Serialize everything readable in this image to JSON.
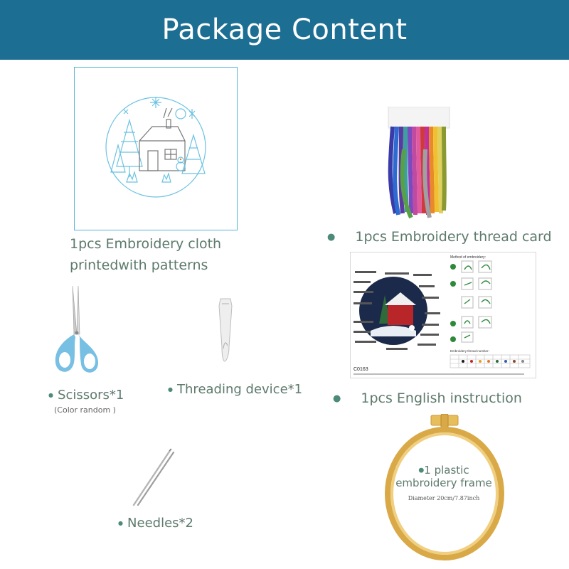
{
  "header": {
    "title": "Package Content"
  },
  "colors": {
    "banner": "#1d6e93",
    "label_text": "#5d7a6c",
    "bullet": "#4d8a7a"
  },
  "items": {
    "cloth": {
      "line1": "1pcs Embroidery cloth",
      "line2": "printedwith patterns"
    },
    "thread_card": {
      "label": "1pcs Embroidery thread card"
    },
    "instruction": {
      "label": "1pcs English instruction",
      "heading": "Method of embroidery:",
      "colors_heading": "Embroidery thread number:",
      "code": "C0163"
    },
    "scissors": {
      "label": "Scissors*1",
      "note": "(Color random )"
    },
    "threader": {
      "label": "Threading device*1"
    },
    "needles": {
      "label": "Needles*2"
    },
    "frame": {
      "line1": "1 plastic",
      "line2": "embroidery frame",
      "diameter": "Diameter 20cm/7.87inch"
    }
  },
  "icons": [
    "bullet-dot-icon",
    "scissors-icon",
    "threader-icon",
    "needles-icon",
    "hoop-icon"
  ]
}
